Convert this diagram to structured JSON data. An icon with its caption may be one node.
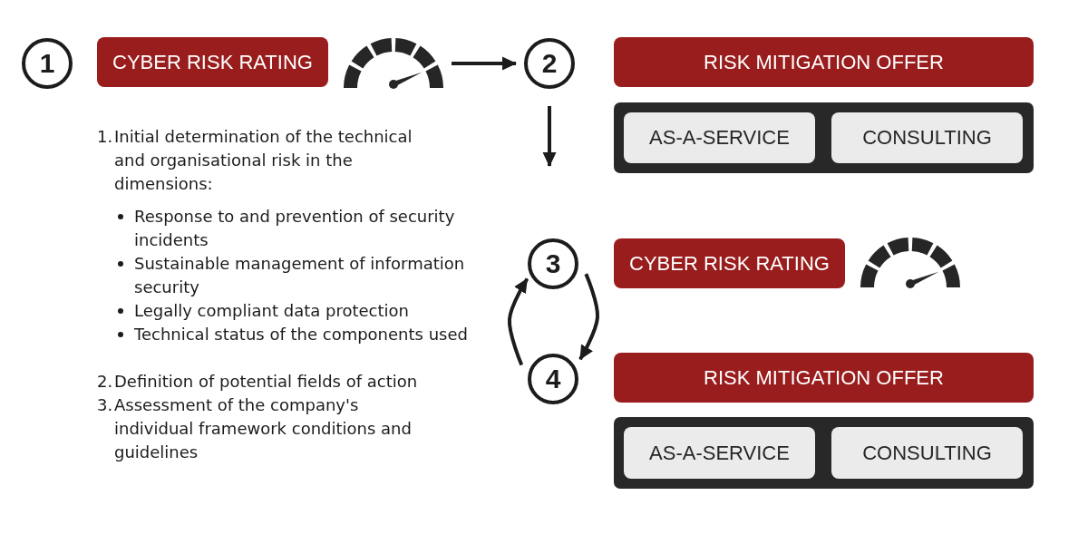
{
  "diagram": {
    "nodes": [
      {
        "text": [
          "1"
        ]
      },
      {
        "text": [
          "CYBER RISK RATING"
        ]
      },
      {
        "text": [],
        "shape": "picture"
      },
      {
        "text": [
          "2"
        ]
      },
      {
        "text": [
          "RISK MITIGATION OFFER"
        ]
      },
      {
        "text": [],
        "shape": "box"
      },
      {
        "text": [
          "AS-A-SERVICE"
        ],
        "in": 5
      },
      {
        "text": [
          "CONSULTING"
        ],
        "in": 5
      },
      {
        "text": [
          "3"
        ]
      },
      {
        "text": [
          "CYBER RISK RATING"
        ]
      },
      {
        "text": [],
        "shape": "picture"
      },
      {
        "text": [
          "4"
        ]
      },
      {
        "text": [
          "RISK MITIGATION OFFER"
        ]
      },
      {
        "text": [],
        "shape": "box"
      },
      {
        "text": [
          "AS-A-SERVICE"
        ],
        "in": 13
      },
      {
        "text": [
          "CONSULTING"
        ],
        "in": 13
      }
    ],
    "edges": [
      {
        "from": 2,
        "to": 3,
        "arrow": "to"
      },
      {
        "from": 3,
        "to": null,
        "arrow": "to"
      },
      {
        "from": 8,
        "to": 11,
        "arrow": "to"
      },
      {
        "from": 11,
        "to": 8,
        "arrow": "to"
      }
    ],
    "labels": [
      "1.",
      "Initial determination of the technical and organisational risk in the dimensions:",
      "Response to and prevention of security incidents",
      "Sustainable management of information security",
      "Legally compliant data protection",
      "Technical status of the components used",
      "2.",
      "Definition of potential fields of action",
      "3.",
      "Assessment of the company's individual framework conditions and guidelines"
    ]
  }
}
